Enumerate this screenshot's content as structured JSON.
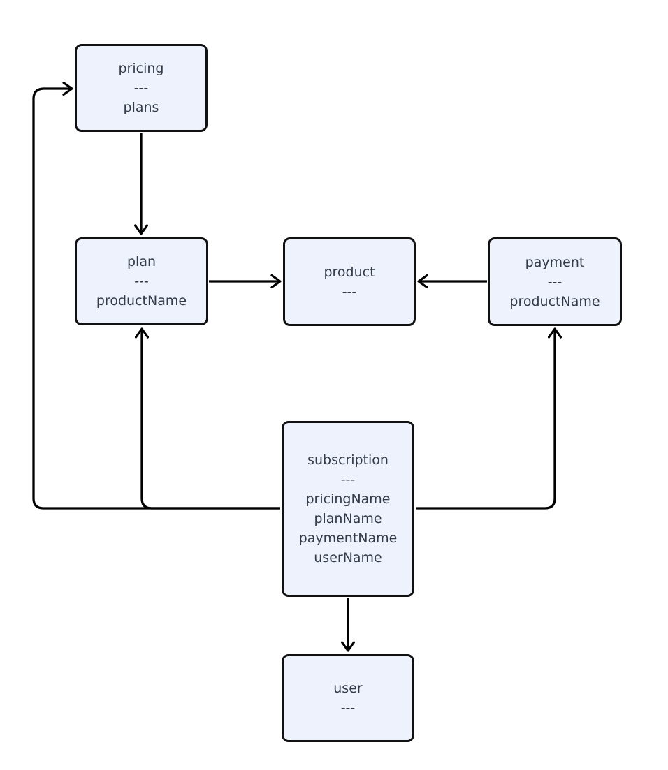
{
  "diagram": {
    "type": "entity-attribute flowchart",
    "background_color": "#FFFFFF",
    "node_fill_color": "#EDF2FC",
    "node_border_color": "#111111",
    "edge_color": "#000000",
    "text_color": "#333B49"
  },
  "nodes": {
    "pricing": {
      "title": "pricing",
      "separator": "---",
      "attrs": [
        "plans"
      ]
    },
    "plan": {
      "title": "plan",
      "separator": "---",
      "attrs": [
        "productName"
      ]
    },
    "product": {
      "title": "product",
      "separator": "---",
      "attrs": []
    },
    "payment": {
      "title": "payment",
      "separator": "---",
      "attrs": [
        "productName"
      ]
    },
    "subscription": {
      "title": "subscription",
      "separator": "---",
      "attrs": [
        "pricingName",
        "planName",
        "paymentName",
        "userName"
      ]
    },
    "user": {
      "title": "user",
      "separator": "---",
      "attrs": []
    }
  },
  "edges": [
    {
      "from": "pricing",
      "to": "plan",
      "style": "arrow"
    },
    {
      "from": "plan",
      "to": "product",
      "style": "arrow"
    },
    {
      "from": "payment",
      "to": "product",
      "style": "arrow"
    },
    {
      "from": "subscription",
      "to": "pricing",
      "style": "arrow"
    },
    {
      "from": "subscription",
      "to": "plan",
      "style": "arrow"
    },
    {
      "from": "subscription",
      "to": "payment",
      "style": "arrow"
    },
    {
      "from": "subscription",
      "to": "user",
      "style": "arrow"
    }
  ]
}
